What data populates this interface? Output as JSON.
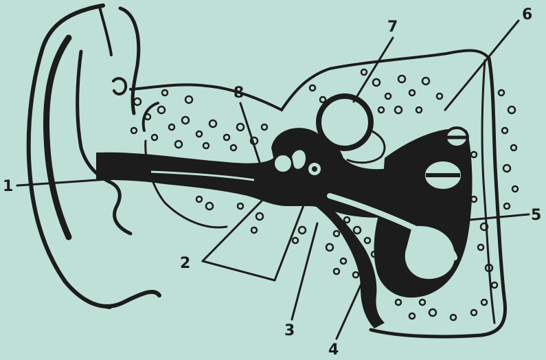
{
  "diagram": {
    "background": "#bfe0d6",
    "ink": "#1c1c1c",
    "labels": [
      {
        "id": "1",
        "text": "1"
      },
      {
        "id": "2",
        "text": "2"
      },
      {
        "id": "3",
        "text": "3"
      },
      {
        "id": "4",
        "text": "4"
      },
      {
        "id": "5",
        "text": "5"
      },
      {
        "id": "6",
        "text": "6"
      },
      {
        "id": "7",
        "text": "7"
      },
      {
        "id": "8",
        "text": "8"
      }
    ]
  }
}
